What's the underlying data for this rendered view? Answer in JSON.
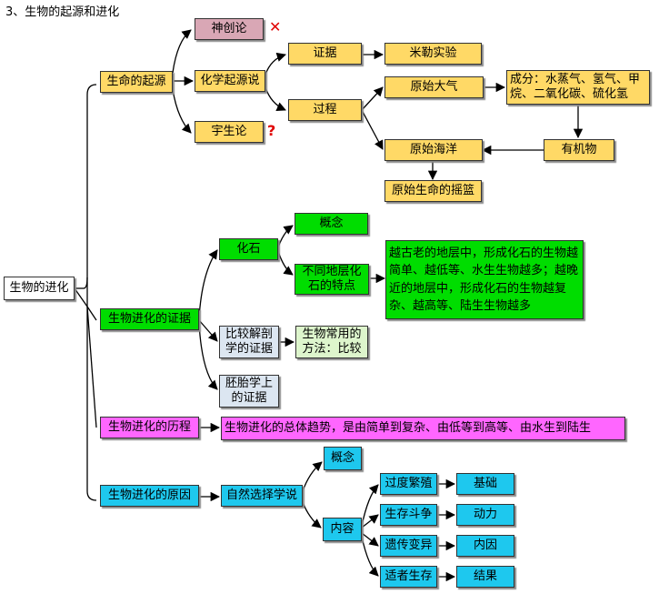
{
  "title": "3、生物的起源和进化",
  "marks": {
    "cross": "✕",
    "question": "?"
  },
  "nodes": {
    "root": "生物的进化",
    "origin": "生命的起源",
    "creation": "神创论",
    "chem_origin": "化学起源说",
    "cosmic": "宇生论",
    "evidence": "证据",
    "miller": "米勒实验",
    "process": "过程",
    "primitive_atmosphere": "原始大气",
    "composition": "成分：水蒸气、氢气、甲烷、二氧化碳、硫化氢",
    "primitive_ocean": "原始海洋",
    "organic": "有机物",
    "cradle": "原始生命的摇篮",
    "evo_evidence": "生物进化的证据",
    "fossil": "化石",
    "concept1": "概念",
    "strata": "不同地层化石的特点",
    "strata_text": "越古老的地层中，形成化石的生物越简单、越低等、水生生物越多；越晚近的地层中，形成化石的生物越复杂、越高等、陆生生物越多",
    "anatomy": "比较解剖学的证据",
    "method": "生物常用的方法：比较",
    "embryo": "胚胎学上的证据",
    "evo_history": "生物进化的历程",
    "trend": "生物进化的总体趋势，是由简单到复杂、由低等到高等、由水生到陆生",
    "evo_cause": "生物进化的原因",
    "natural_selection": "自然选择学说",
    "concept2": "概念",
    "content": "内容",
    "overproduction": "过度繁殖",
    "basis": "基础",
    "struggle": "生存斗争",
    "power": "动力",
    "variation": "遗传变异",
    "internal": "内因",
    "survival": "适者生存",
    "result": "结果"
  }
}
